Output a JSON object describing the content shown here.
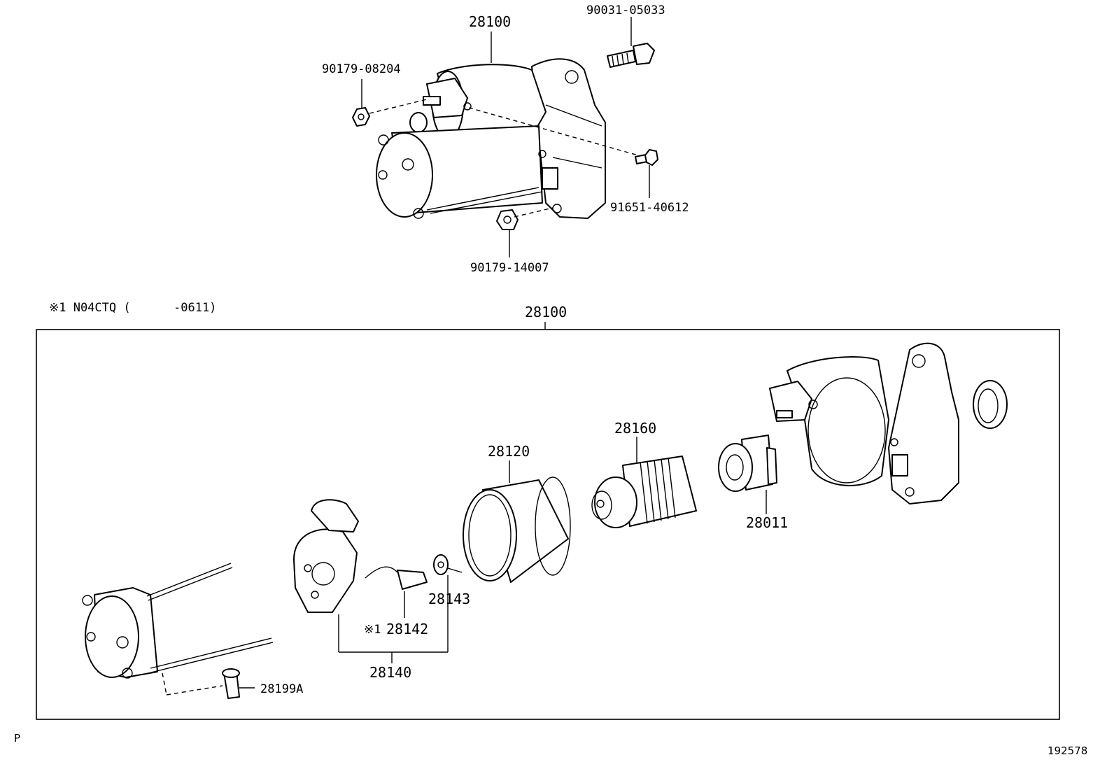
{
  "labels": {
    "starter_top": "28100",
    "bolt": "90031-05033",
    "nut_terminal": "90179-08204",
    "nut_small": "91651-40612",
    "nut_bottom": "90179-14007",
    "note": "※1 N04CTQ (      -0611)",
    "starter_assy": "28100",
    "yoke": "28120",
    "solenoid": "28160",
    "clutch": "28011",
    "brush": "28143",
    "brush_note": "※1",
    "brush_lead": "28142",
    "brush_holder": "28140",
    "pin": "28199A",
    "corner_left": "P",
    "corner_right": "192578"
  }
}
